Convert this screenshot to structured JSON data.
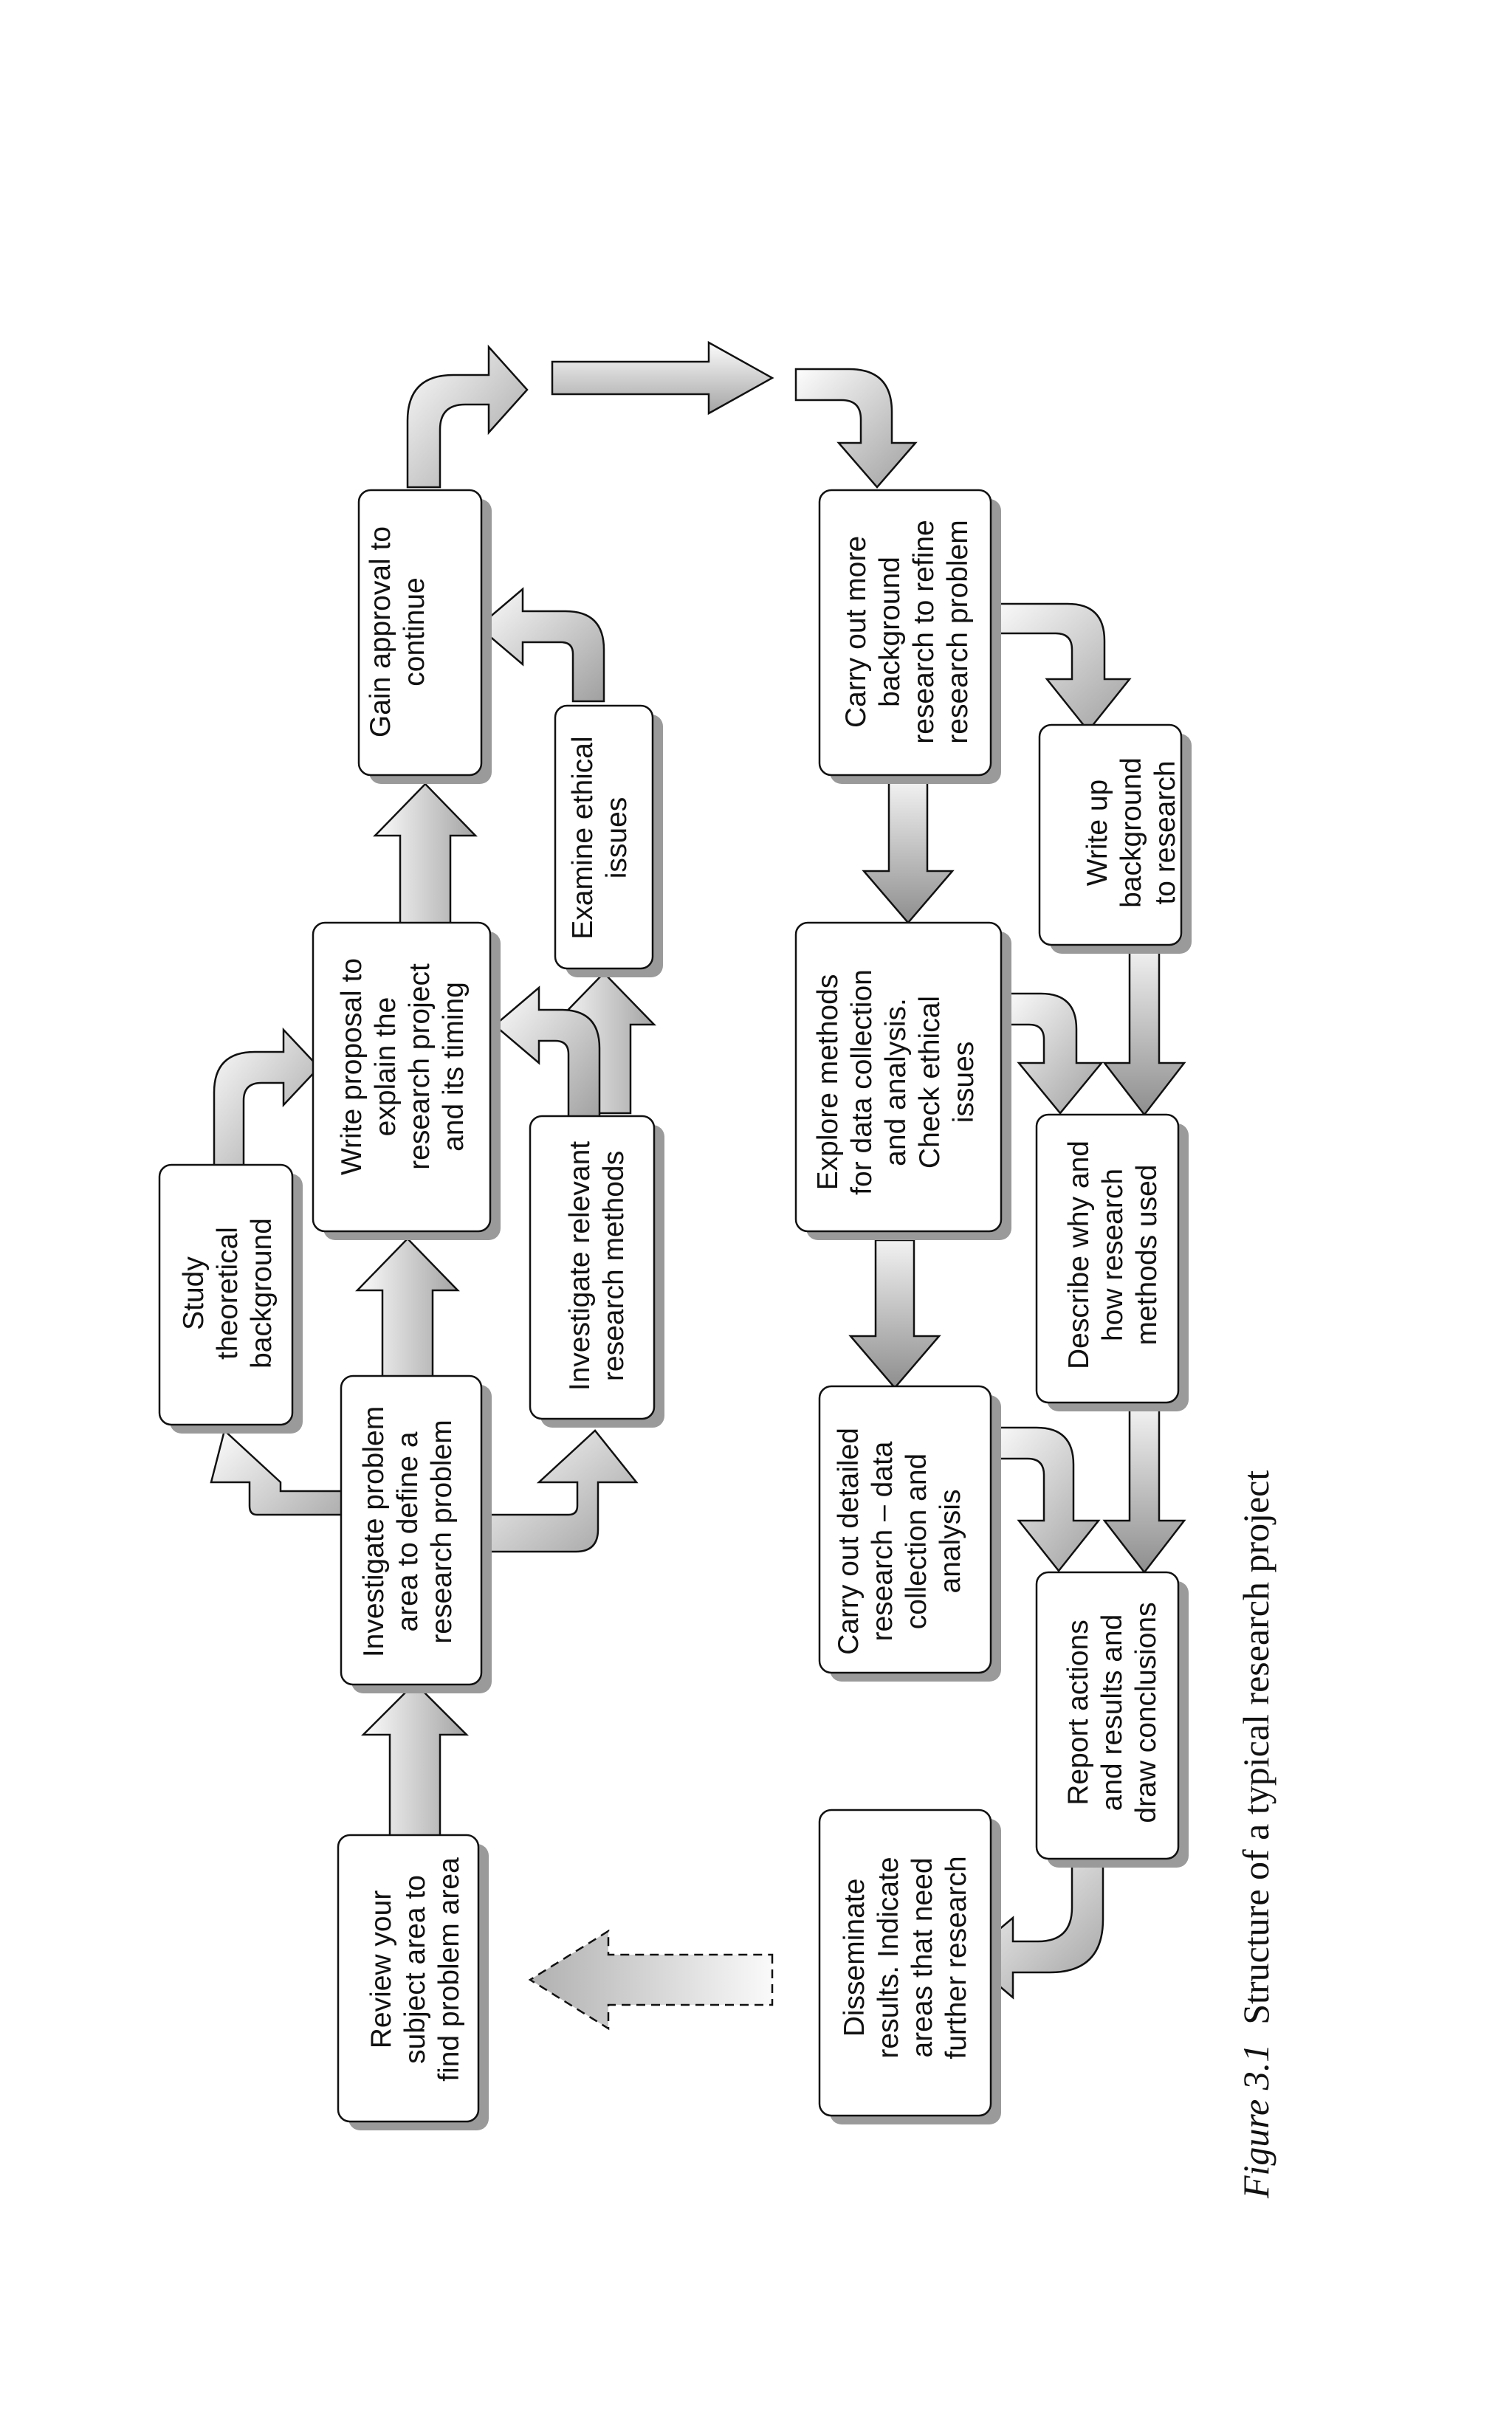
{
  "boxes": {
    "review": [
      "Review your",
      "subject area to",
      "find problem area"
    ],
    "investigate_problem": [
      "Investigate problem",
      "area to define a",
      "research problem"
    ],
    "study": [
      "Study",
      "theoretical",
      "background"
    ],
    "write_proposal": [
      "Write proposal to",
      "explain the",
      "research project",
      "and its timing"
    ],
    "investigate_methods": [
      "Investigate relevant",
      "research methods"
    ],
    "examine_ethical": [
      "Examine ethical",
      "issues"
    ],
    "gain_approval": [
      "Gain approval to",
      "continue"
    ],
    "background_research": [
      "Carry out more",
      "background",
      "research to refine",
      "research problem"
    ],
    "write_background": [
      "Write up",
      "background",
      "to research"
    ],
    "explore_methods": [
      "Explore methods",
      "for data collection",
      "and analysis.",
      "Check ethical",
      "issues"
    ],
    "describe_methods": [
      "Describe why and",
      "how research",
      "methods used"
    ],
    "detailed_research": [
      "Carry out detailed",
      "research – data",
      "collection and",
      "analysis"
    ],
    "report": [
      "Report actions",
      "and results and",
      "draw conclusions"
    ],
    "disseminate": [
      "Disseminate",
      "results. Indicate",
      "areas that need",
      "further research"
    ]
  },
  "caption": {
    "label": "Figure 3.1",
    "text": "Structure of a typical research project"
  },
  "colors": {
    "box_fill": "#ffffff",
    "box_stroke": "#111111",
    "shadow": "#9a9a9a",
    "arrow_light": "#ffffff",
    "arrow_dark": "#9c9c9c"
  }
}
